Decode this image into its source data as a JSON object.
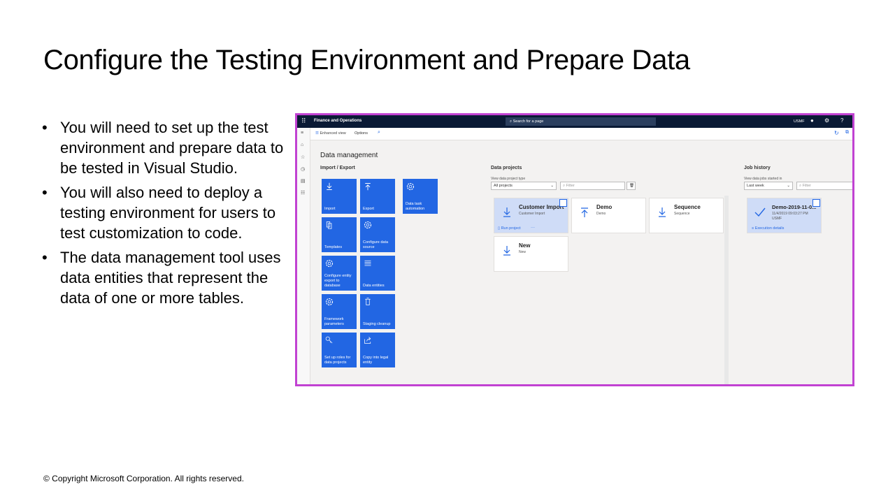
{
  "slide": {
    "title": "Configure the Testing Environment and Prepare Data",
    "bullets": [
      "You will need to set up the test environment and prepare data to be tested in Visual Studio.",
      "You will also need to deploy a testing environment for users to test customization to code.",
      "The data management tool uses data entities that represent the data of one or more tables."
    ],
    "copyright": "© Copyright Microsoft Corporation. All rights reserved."
  },
  "app": {
    "name": "Finance and Operations",
    "search_placeholder": "Search for a page",
    "company": "USMF",
    "toolbar": {
      "enhanced_view": "Enhanced view",
      "options": "Options"
    },
    "page_title": "Data management",
    "import_export": {
      "heading": "Import / Export",
      "tiles": [
        {
          "label": "Import",
          "icon": "download-icon"
        },
        {
          "label": "Export",
          "icon": "upload-icon"
        },
        {
          "label": "Data task automation",
          "icon": "gear-icon"
        },
        {
          "label": "Templates",
          "icon": "copy-icon"
        },
        {
          "label": "Configure data source",
          "icon": "gear-icon"
        },
        {
          "label": "Configure entity export to database",
          "icon": "gear-icon"
        },
        {
          "label": "Data entities",
          "icon": "list-icon"
        },
        {
          "label": "Framework parameters",
          "icon": "gear-icon"
        },
        {
          "label": "Staging cleanup",
          "icon": "trash-icon"
        },
        {
          "label": "Set up roles for data projects",
          "icon": "key-icon"
        },
        {
          "label": "Copy into legal entity",
          "icon": "share-icon"
        }
      ]
    },
    "data_projects": {
      "heading": "Data projects",
      "type_label": "View data project type",
      "type_value": "All projects",
      "filter_placeholder": "Filter",
      "cards": [
        {
          "title": "Customer Import",
          "subtitle": "Customer Import",
          "icon": "download-icon",
          "selected": true,
          "action": "Run project",
          "more": "···"
        },
        {
          "title": "Demo",
          "subtitle": "Demo",
          "icon": "upload-icon"
        },
        {
          "title": "Sequence",
          "subtitle": "Sequence",
          "icon": "download-icon"
        },
        {
          "title": "New",
          "subtitle": "New",
          "icon": "download-icon"
        }
      ]
    },
    "job_history": {
      "heading": "Job history",
      "range_label": "View data jobs started in",
      "range_value": "Last week",
      "filter_placeholder": "Filter",
      "card": {
        "title": "Demo-2019-11-0...",
        "date": "11/4/2019 09:03:27 PM",
        "company": "USMF",
        "action": "Execution details"
      }
    },
    "colors": {
      "accent": "#2266e3",
      "topbar": "#0a1a35",
      "border": "#c142d2"
    }
  }
}
